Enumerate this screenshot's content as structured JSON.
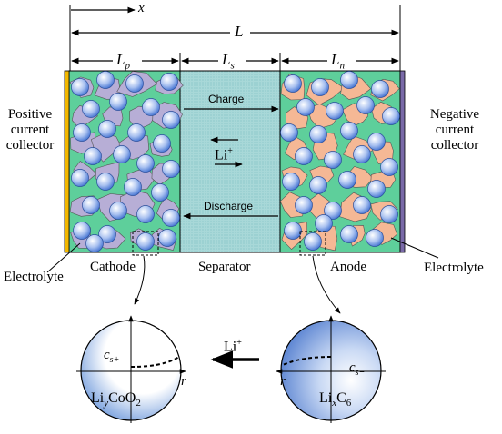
{
  "dimension_labels": {
    "x_axis": "x",
    "total_length": "L",
    "cathode_length_main": "L",
    "cathode_length_sub": "p",
    "separator_length_main": "L",
    "separator_length_sub": "s",
    "anode_length_main": "L",
    "anode_length_sub": "n"
  },
  "regions": {
    "cathode": "Cathode",
    "separator": "Separator",
    "anode": "Anode"
  },
  "collectors": {
    "positive_line1": "Positive",
    "positive_line2": "current",
    "positive_line3": "collector",
    "negative_line1": "Negative",
    "negative_line2": "current",
    "negative_line3": "collector"
  },
  "electrolyte": {
    "left": "Electrolyte",
    "right": "Electrolyte"
  },
  "separator_labels": {
    "charge": "Charge",
    "discharge": "Discharge",
    "ion_main": "Li",
    "ion_charge": "+"
  },
  "particles": {
    "transfer_ion_main": "Li",
    "transfer_ion_charge": "+",
    "cathode_conc_main": "c",
    "cathode_conc_sub": "s+",
    "anode_conc_main": "c",
    "anode_conc_sub": "s−",
    "radial_axis": "r",
    "cathode_formula": {
      "a": "Li",
      "b": "y",
      "c": "CoO",
      "d": "2"
    },
    "anode_formula": {
      "a": "Li",
      "b": "x",
      "c": "C",
      "d": "6"
    }
  },
  "colors": {
    "electrolyte": "#5ecf9b",
    "separator": "#a8d8d8",
    "cathode_binder": "#b7aed6",
    "anode_binder": "#f5b895",
    "positive_collector": "#f2b800",
    "negative_collector": "#7a6aa8",
    "particle_center": "#ffffff",
    "particle_edge": "#3f6fd0"
  }
}
